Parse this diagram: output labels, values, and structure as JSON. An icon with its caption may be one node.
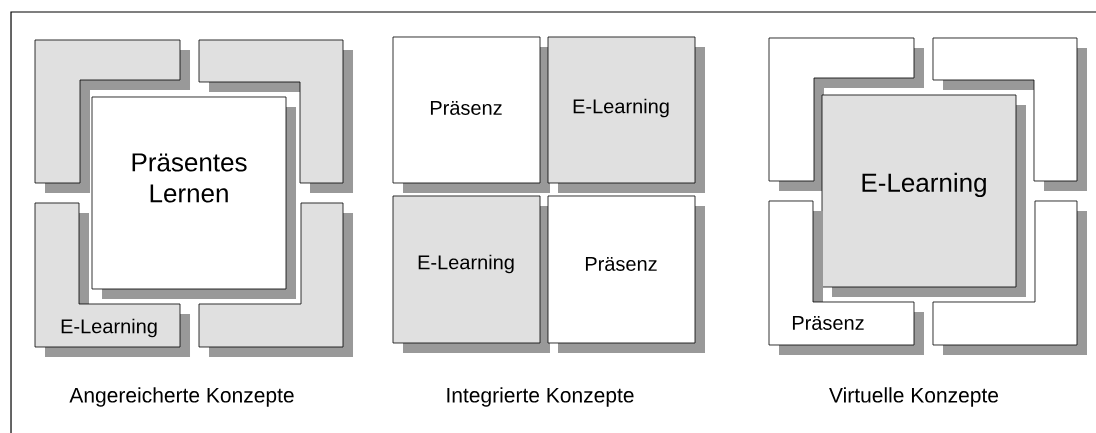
{
  "diagram": {
    "nodes": [
      {
        "text": [],
        "shape": "box"
      },
      {
        "text": [],
        "shape": "box"
      },
      {
        "text": [
          "Präsentes Lernen"
        ]
      },
      {
        "text": [
          "E-Learning"
        ]
      },
      {
        "text": [],
        "shape": "box"
      },
      {
        "text": [
          "Präsenz"
        ]
      },
      {
        "text": [
          "E-Learning"
        ]
      },
      {
        "text": [
          "E-Learning"
        ]
      },
      {
        "text": [
          "Präsenz"
        ]
      },
      {
        "text": [],
        "shape": "box"
      },
      {
        "text": [],
        "shape": "box"
      },
      {
        "text": [
          "E-Learning"
        ]
      },
      {
        "text": [
          "Präsenz"
        ]
      },
      {
        "text": [],
        "shape": "box"
      }
    ],
    "edges": [],
    "labels": [
      "Angereicherte Konzepte",
      "Integrierte Konzepte",
      "Virtuelle Konzepte"
    ]
  }
}
